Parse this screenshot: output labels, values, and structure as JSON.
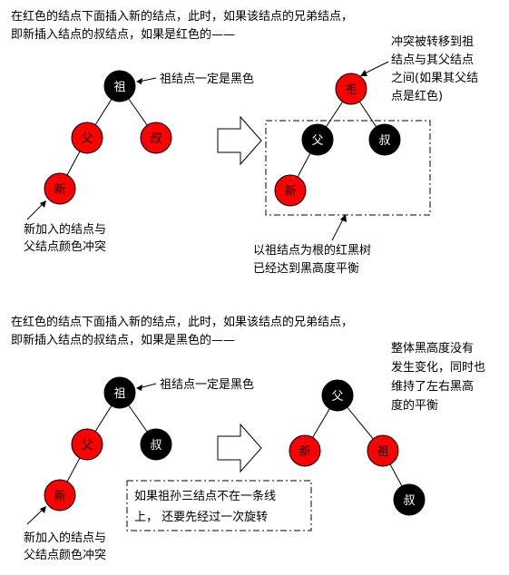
{
  "top": {
    "heading": [
      "在红色的结点下面插入新的结点，此时，如果该结点的兄弟结点，",
      "即新插入结点的叔结点，如果是红色的——"
    ],
    "grand_note": "祖结点一定是黑色",
    "conflict_note": [
      "新加入的结点与",
      "父结点颜色冲突"
    ],
    "right_note": [
      "冲突被转移到祖",
      "结点与其父结点",
      "之间(如果其父结",
      "点是红色)"
    ],
    "balance_note": [
      "以祖结点为根的红黑树",
      "已经达到黑高度平衡"
    ],
    "before": {
      "grand": "祖",
      "parent": "父",
      "uncle": "叔",
      "new": "新"
    },
    "after": {
      "grand": "祖",
      "parent": "父",
      "uncle": "叔",
      "new": "新"
    }
  },
  "bottom": {
    "heading": [
      "在红色的结点下面插入新的结点，此时，如果该结点的兄弟结点，",
      "即新插入结点的叔结点，如果是黑色的——"
    ],
    "grand_note": "祖结点一定是黑色",
    "conflict_note": [
      "新加入的结点与",
      "父结点颜色冲突"
    ],
    "right_note": [
      "整体黑高度没有",
      "发生变化，同时也",
      "维持了左右黑高",
      "度的平衡"
    ],
    "rotation_note": [
      "如果祖孙三结点不在一条线",
      "上， 还要先经过一次旋转"
    ],
    "before": {
      "grand": "祖",
      "parent": "父",
      "uncle": "叔",
      "new": "新"
    },
    "after": {
      "root": "父",
      "left": "新",
      "right": "祖",
      "right_child": "叔"
    }
  },
  "colors": {
    "red": "#ff0000",
    "black": "#000000",
    "red_text": "#000000",
    "black_text": "#ffffff",
    "edge": "#000000",
    "arrow": "#ffffff"
  }
}
